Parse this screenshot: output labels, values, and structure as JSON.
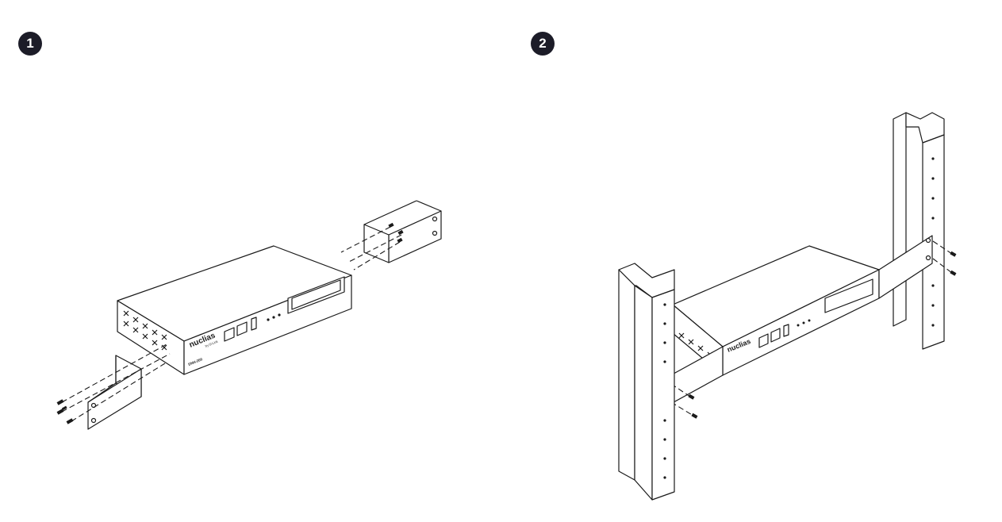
{
  "steps": [
    {
      "number": "1"
    },
    {
      "number": "2"
    }
  ],
  "device": {
    "brand_logo": "nuclias",
    "brand_sub": "by D-Link",
    "model": "DNH-200"
  },
  "colors": {
    "badge_bg": "#1c1c28",
    "line": "#1a1a1a",
    "fill": "#ffffff"
  }
}
